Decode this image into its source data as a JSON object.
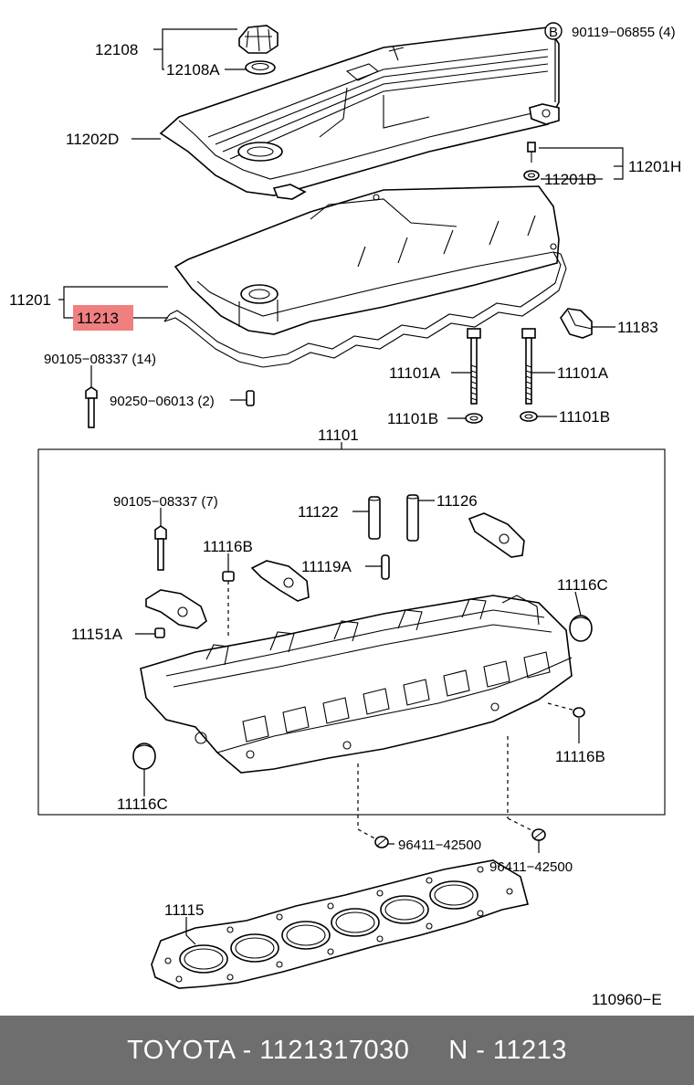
{
  "labels": {
    "p12108": "12108",
    "p12108A": "12108A",
    "p11202D": "11202D",
    "b_circle": "B",
    "p90119": "90119−06855 (4)",
    "p11201H": "11201H",
    "p11201B": "11201B",
    "p11201": "11201",
    "p11213": "11213",
    "p11183": "11183",
    "p90105_top": "90105−08337 (14)",
    "p90250": "90250−06013 (2)",
    "p11101A_l": "11101A",
    "p11101A_r": "11101A",
    "p11101B_l": "11101B",
    "p11101B_r": "11101B",
    "p11101": "11101",
    "p90105_in": "90105−08337 (7)",
    "p11122": "11122",
    "p11126": "11126",
    "p11116B_top": "11116B",
    "p11119A": "11119A",
    "p11116C_r": "11116C",
    "p11151A": "11151A",
    "p11116B_r": "11116B",
    "p11116C_l": "11116C",
    "p96411_a": "96411−42500",
    "p96411_b": "96411−42500",
    "p11115": "11115",
    "ref": "110960−E"
  },
  "highlight_color": "#f07f80",
  "footer": {
    "text": "TOYOTA - 1121317030     N - 11213",
    "bg_color": "#6e6e6e"
  }
}
